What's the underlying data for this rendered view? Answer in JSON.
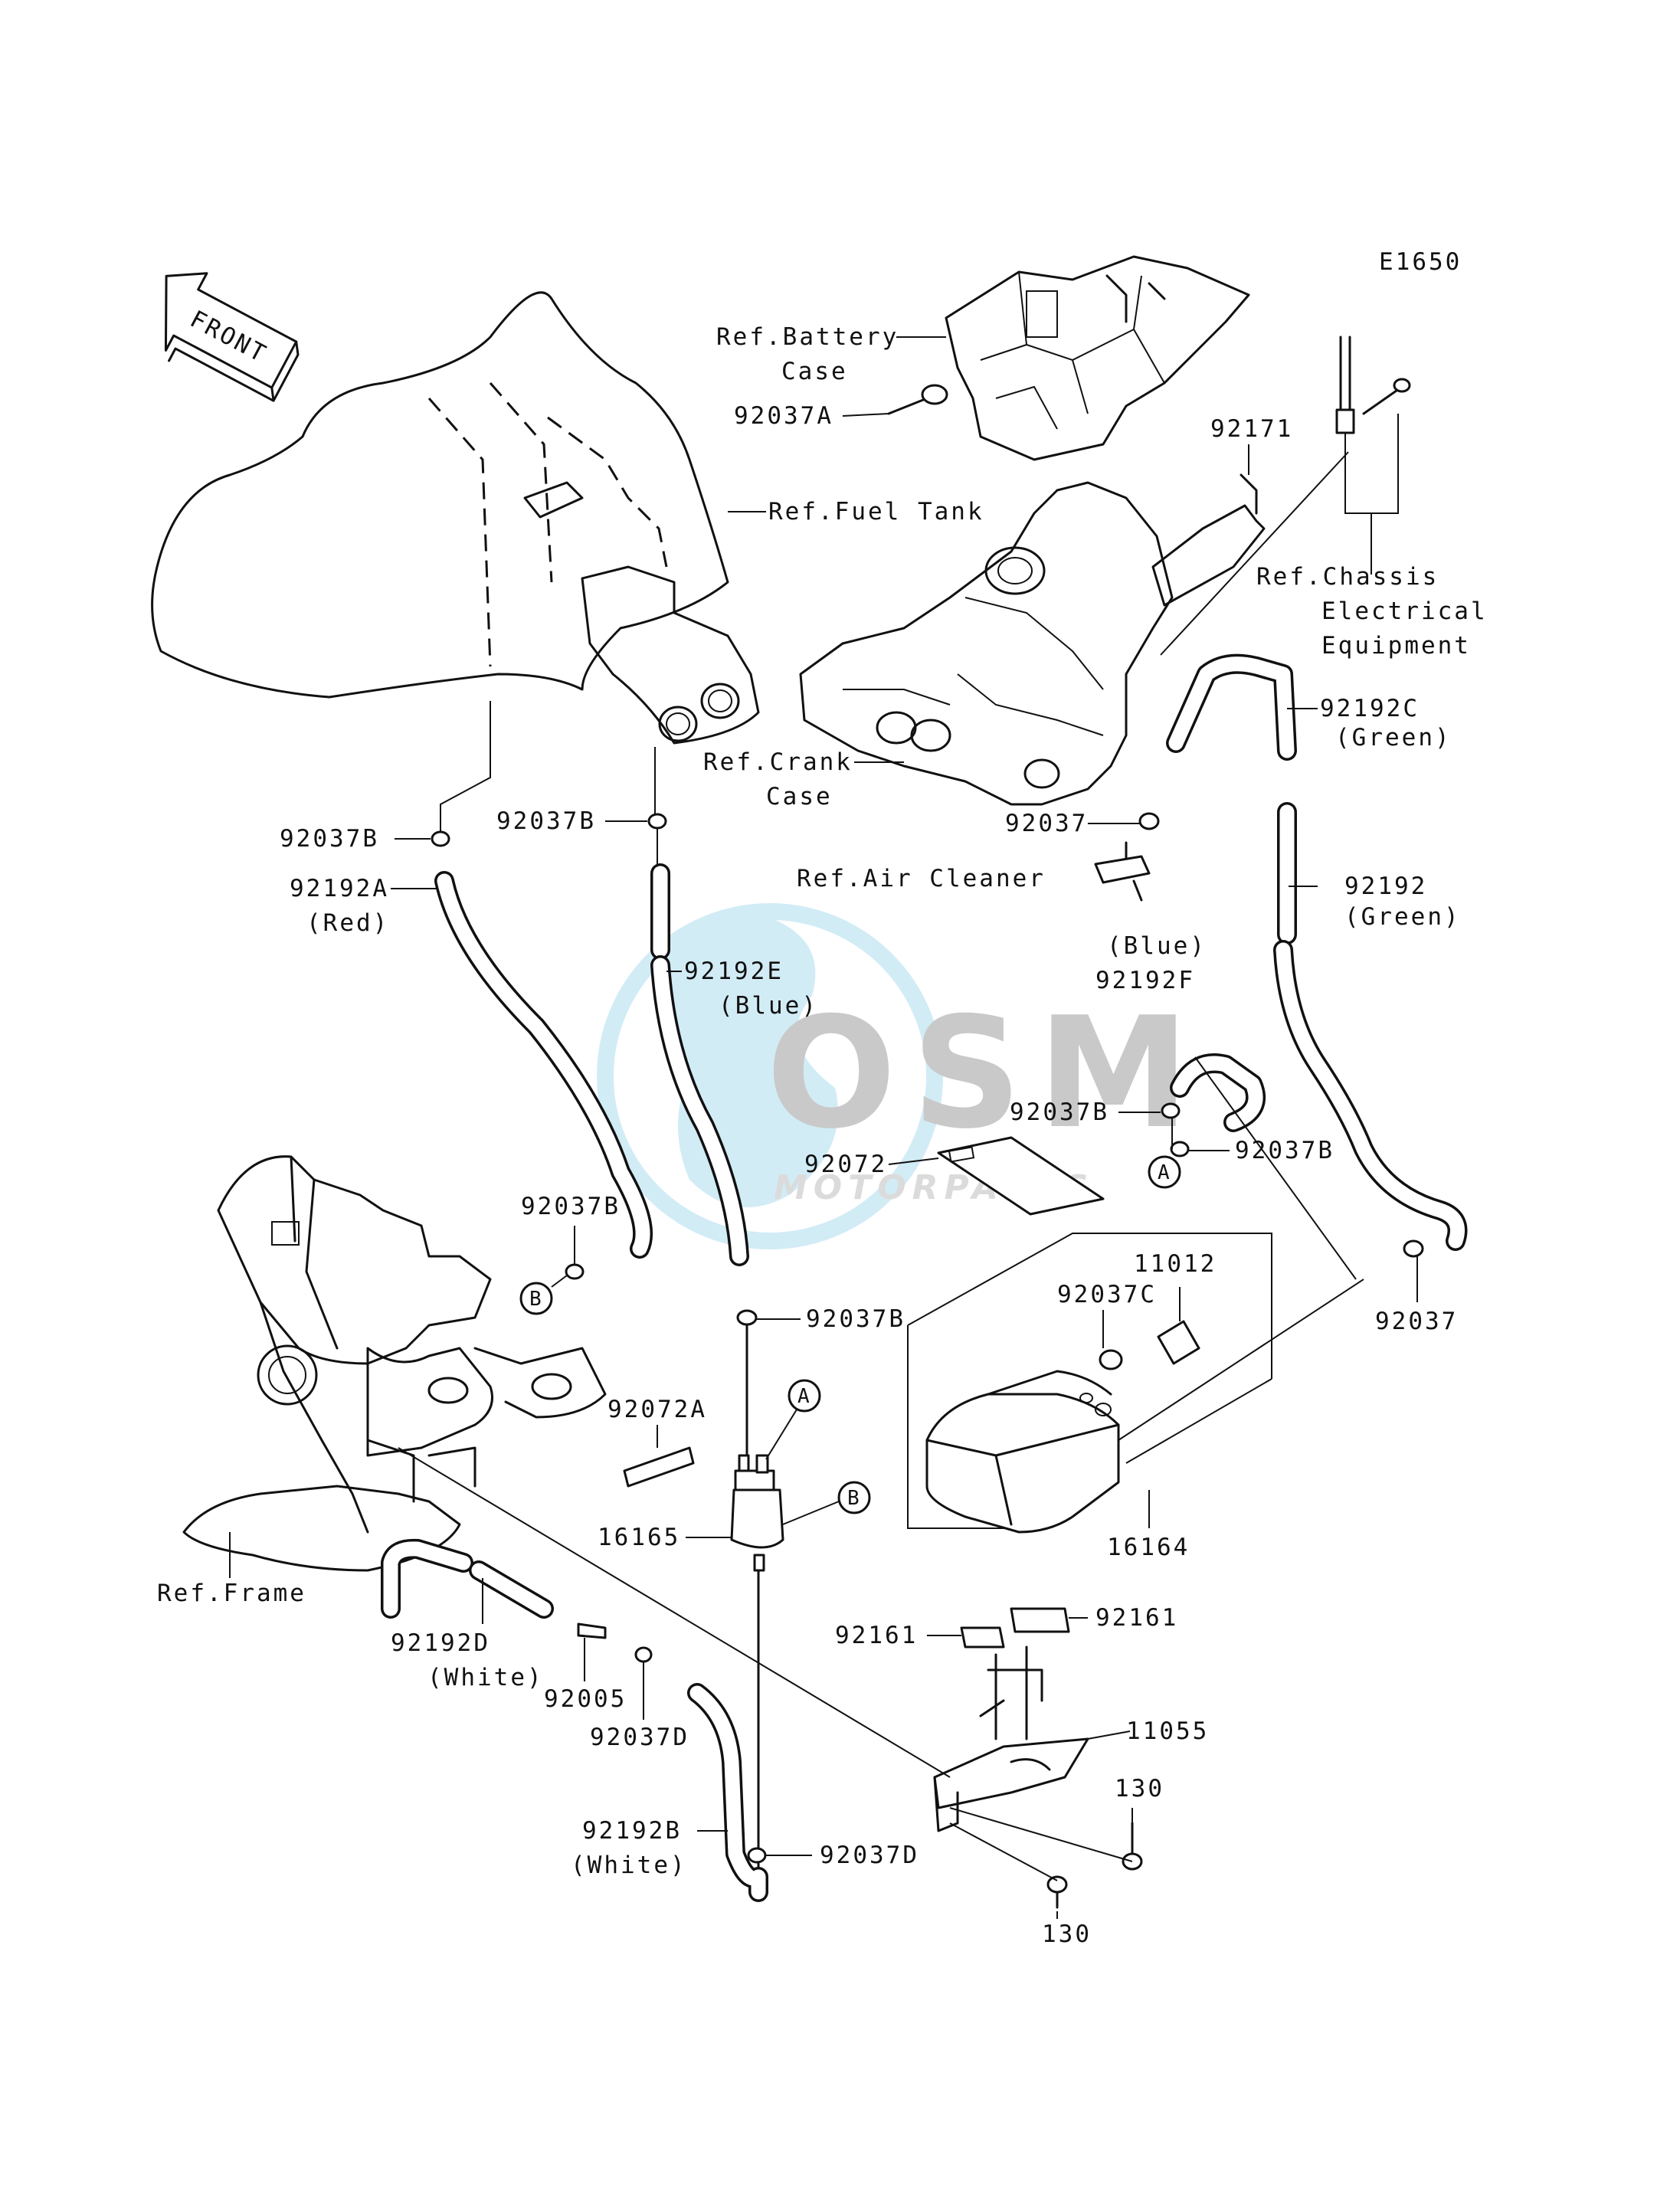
{
  "diagram_code": "E1650",
  "front_arrow_label": "FRONT",
  "watermark": {
    "logo_text": "OSM",
    "sub_text": "MOTORPARTS"
  },
  "ref_labels": {
    "battery_case": [
      "Ref.Battery",
      "Case"
    ],
    "fuel_tank": "Ref.Fuel Tank",
    "chassis_electrical": [
      "Ref.Chassis",
      "Electrical",
      "Equipment"
    ],
    "crank_case": [
      "Ref.Crank",
      "Case"
    ],
    "air_cleaner": "Ref.Air Cleaner",
    "frame": "Ref.Frame"
  },
  "parts": {
    "p92037A": "92037A",
    "p92171": "92171",
    "p92192C": [
      "92192C",
      "(Green)"
    ],
    "p92037_top": "92037",
    "p92192": [
      "92192",
      "(Green)"
    ],
    "p92192F": [
      "(Blue)",
      "92192F"
    ],
    "p92037B_left_top": "92037B",
    "p92037B_mid_top": "92037B",
    "p92192A": [
      "92192A",
      "(Red)"
    ],
    "p92192E": [
      "92192E",
      "(Blue)"
    ],
    "p92037B_center": "92037B",
    "p92037B_right": "92037B",
    "p92072": "92072",
    "p92037B_left_low": "92037B",
    "p92037B_low_center": "92037B",
    "p92037_right": "92037",
    "p11012": "11012",
    "p92037C": "92037C",
    "p92072A": "92072A",
    "p16165": "16165",
    "p16164": "16164",
    "p92161_left": "92161",
    "p92161_right": "92161",
    "p92192D": [
      "92192D",
      "(White)"
    ],
    "p92005": "92005",
    "p92037D_left": "92037D",
    "p11055": "11055",
    "p130_top": "130",
    "p92192B": [
      "92192B",
      "(White)"
    ],
    "p92037D_bottom": "92037D",
    "p130_bottom": "130"
  },
  "markers": {
    "a": "A",
    "b": "B"
  }
}
